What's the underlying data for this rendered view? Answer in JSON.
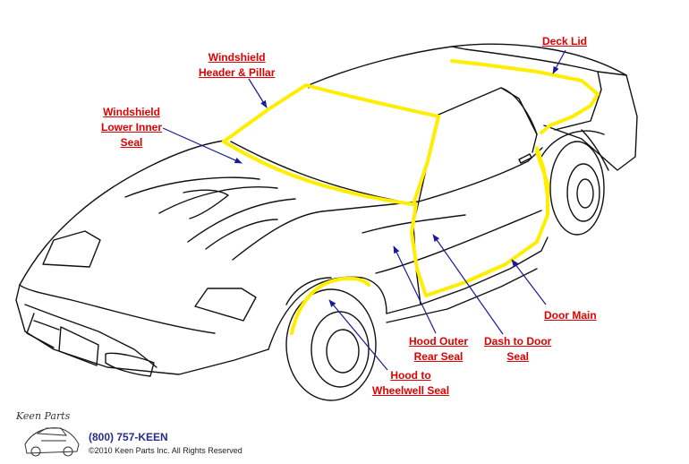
{
  "diagram": {
    "labels": {
      "deck_lid": [
        "Deck Lid"
      ],
      "windshield_header": [
        "Windshield",
        "Header & Pillar"
      ],
      "windshield_lower": [
        "Windshield",
        "Lower Inner",
        "Seal"
      ],
      "door_main": [
        "Door Main"
      ],
      "hood_outer": [
        "Hood Outer",
        "Rear Seal"
      ],
      "dash_to_door": [
        "Dash to Door",
        "Seal"
      ],
      "hood_to_wheelwell": [
        "Hood to",
        "Wheelwell Seal"
      ]
    }
  },
  "footer": {
    "logo_text": "Keen Parts",
    "phone": "(800) 757-KEEN",
    "copyright": "©2010 Keen Parts Inc. All Rights Reserved"
  },
  "colors": {
    "label": "#e00000",
    "arrow": "#1a1a9a",
    "seal": "#ffee00",
    "outline": "#111111"
  }
}
